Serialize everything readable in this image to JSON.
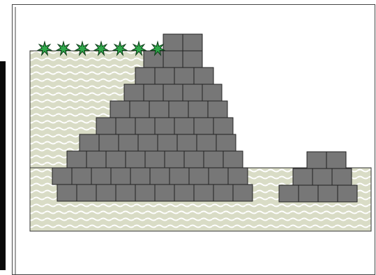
{
  "diagram": {
    "colors": {
      "canvas": "#ffffff",
      "frame": "#444444",
      "left_edge_strip": "#0a0a0a",
      "soil_fill": "#d9dcc6",
      "soil_wave": "#ffffff",
      "soil_outline": "#333333",
      "block_fill": "#777777",
      "block_stroke": "#222222",
      "plant_fill": "#2fa84a",
      "plant_stroke": "#0b3b16"
    },
    "icons": [
      "plant-icon"
    ],
    "wall_rows": [
      10,
      10,
      9,
      8,
      7,
      6,
      5,
      4,
      3,
      2
    ],
    "small_wall_rows": [
      4,
      3,
      2
    ],
    "plant_count": 7
  }
}
